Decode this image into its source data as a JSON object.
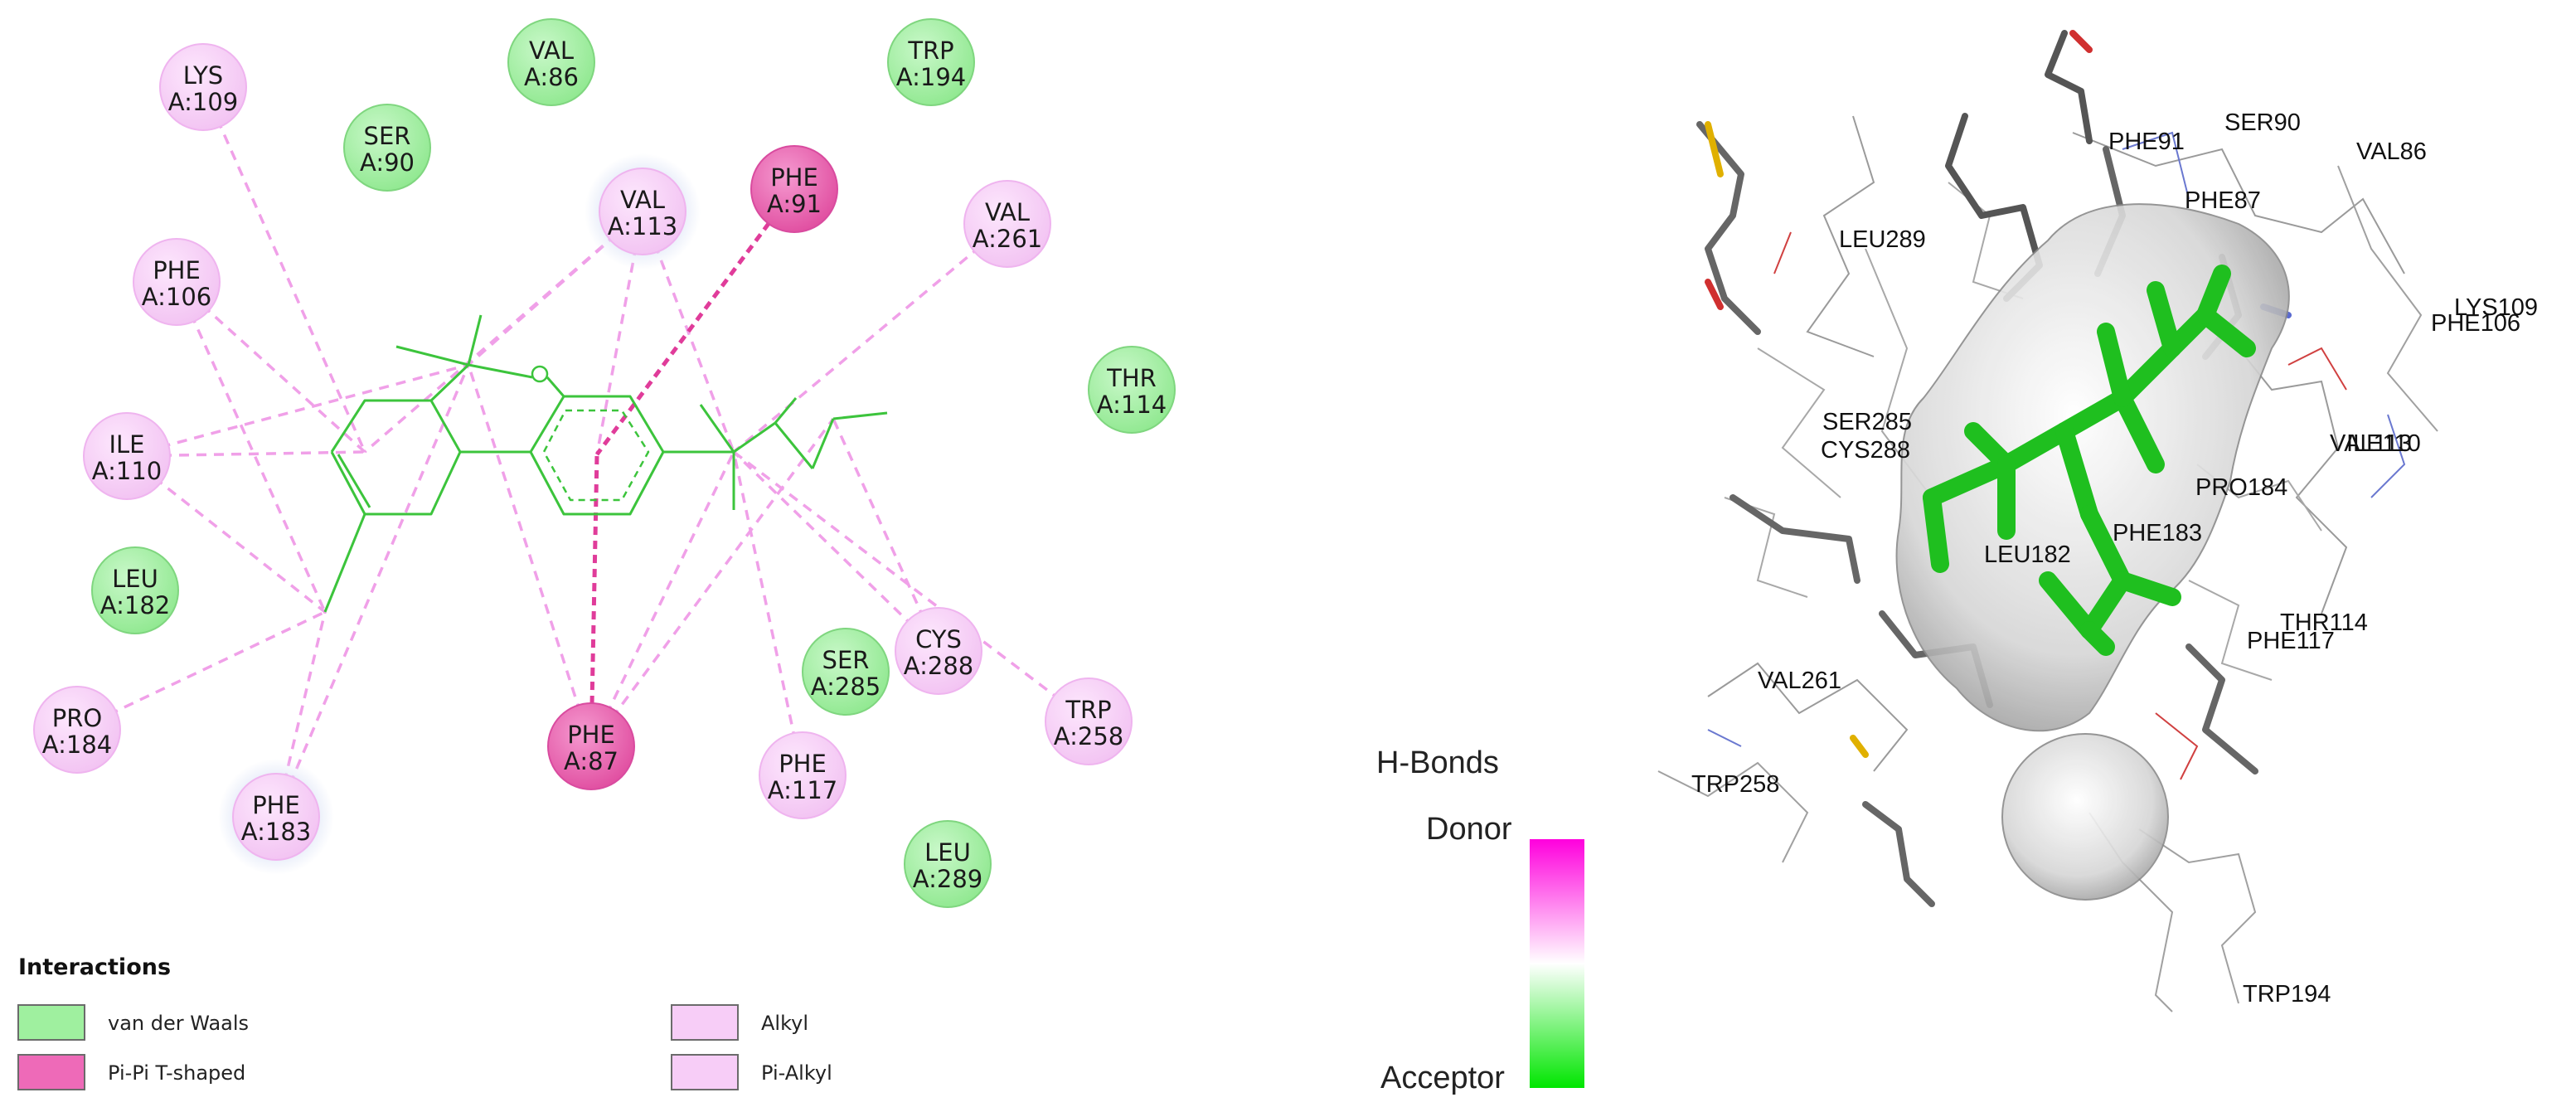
{
  "colors": {
    "vdw": "#9ff09f",
    "vdw_stroke": "#7fd67f",
    "alkyl": "#f7cdf7",
    "alkyl_stroke": "#efb4ef",
    "pipi": "#ee6ab8",
    "pipi_stroke": "#d94b9f",
    "ligand": "#3cc43c",
    "alkyl_line": "#f0a0e8",
    "pipi_line": "#e03c9a",
    "gradient_donor": "#ff00dd",
    "gradient_acceptor": "#00e600"
  },
  "residues": [
    {
      "id": "lys109",
      "name": "LYS",
      "num": "A:109",
      "type": "alkyl"
    },
    {
      "id": "val86",
      "name": "VAL",
      "num": "A:86",
      "type": "vdw"
    },
    {
      "id": "trp194",
      "name": "TRP",
      "num": "A:194",
      "type": "vdw"
    },
    {
      "id": "ser90",
      "name": "SER",
      "num": "A:90",
      "type": "vdw"
    },
    {
      "id": "val113",
      "name": "VAL",
      "num": "A:113",
      "type": "alkyl"
    },
    {
      "id": "phe91",
      "name": "PHE",
      "num": "A:91",
      "type": "pipi"
    },
    {
      "id": "val261",
      "name": "VAL",
      "num": "A:261",
      "type": "alkyl"
    },
    {
      "id": "phe106",
      "name": "PHE",
      "num": "A:106",
      "type": "alkyl"
    },
    {
      "id": "thr114",
      "name": "THR",
      "num": "A:114",
      "type": "vdw"
    },
    {
      "id": "ile110",
      "name": "ILE",
      "num": "A:110",
      "type": "alkyl"
    },
    {
      "id": "leu182",
      "name": "LEU",
      "num": "A:182",
      "type": "vdw"
    },
    {
      "id": "cys288",
      "name": "CYS",
      "num": "A:288",
      "type": "alkyl"
    },
    {
      "id": "ser285",
      "name": "SER",
      "num": "A:285",
      "type": "vdw"
    },
    {
      "id": "pro184",
      "name": "PRO",
      "num": "A:184",
      "type": "alkyl"
    },
    {
      "id": "phe87",
      "name": "PHE",
      "num": "A:87",
      "type": "pipi"
    },
    {
      "id": "trp258",
      "name": "TRP",
      "num": "A:258",
      "type": "alkyl"
    },
    {
      "id": "phe117",
      "name": "PHE",
      "num": "A:117",
      "type": "alkyl"
    },
    {
      "id": "phe183",
      "name": "PHE",
      "num": "A:183",
      "type": "alkyl"
    },
    {
      "id": "leu289",
      "name": "LEU",
      "num": "A:289",
      "type": "vdw"
    }
  ],
  "legend": {
    "title": "Interactions",
    "items": [
      {
        "label": "van der Waals",
        "type": "vdw"
      },
      {
        "label": "Pi-Pi T-shaped",
        "type": "pipi"
      },
      {
        "label": "Alkyl",
        "type": "alkyl"
      },
      {
        "label": "Pi-Alkyl",
        "type": "alkyl"
      }
    ]
  },
  "hbonds": {
    "title": "H-Bonds",
    "donor": "Donor",
    "acceptor": "Acceptor"
  },
  "labels_3d": [
    {
      "id": "phe91",
      "text": "PHE91"
    },
    {
      "id": "ser90",
      "text": "SER90"
    },
    {
      "id": "val86",
      "text": "VAL86"
    },
    {
      "id": "phe87",
      "text": "PHE87"
    },
    {
      "id": "leu289",
      "text": "LEU289"
    },
    {
      "id": "lys109",
      "text": "LYS109"
    },
    {
      "id": "phe106",
      "text": "PHE106"
    },
    {
      "id": "ser285",
      "text": "SER285"
    },
    {
      "id": "cys288",
      "text": "CYS288"
    },
    {
      "id": "val113",
      "text": "VAL113"
    },
    {
      "id": "ile110",
      "text": "ILE110"
    },
    {
      "id": "pro184",
      "text": "PRO184"
    },
    {
      "id": "phe183",
      "text": "PHE183"
    },
    {
      "id": "leu182",
      "text": "LEU182"
    },
    {
      "id": "thr114",
      "text": "THR114"
    },
    {
      "id": "phe117",
      "text": "PHE117"
    },
    {
      "id": "val261",
      "text": "VAL261"
    },
    {
      "id": "trp258",
      "text": "TRP258"
    },
    {
      "id": "trp194",
      "text": "TRP194"
    }
  ]
}
